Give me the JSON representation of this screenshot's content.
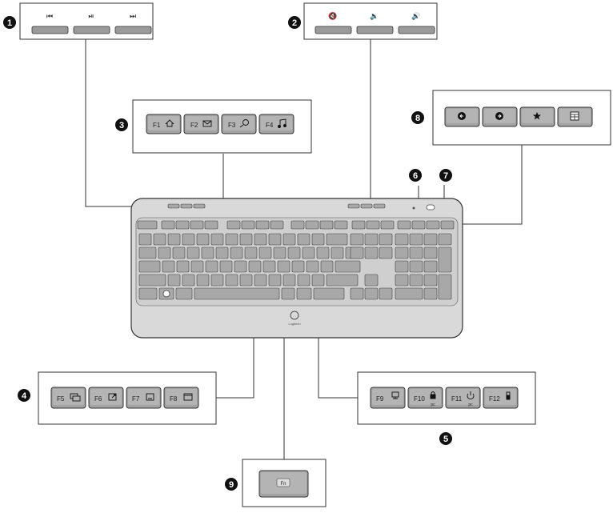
{
  "callouts": [
    "1",
    "2",
    "3",
    "4",
    "5",
    "6",
    "7",
    "8",
    "9"
  ],
  "media_keys": [
    {
      "icon": "previous-track-icon",
      "glyph": "⏮"
    },
    {
      "icon": "play-pause-icon",
      "glyph": "⏯"
    },
    {
      "icon": "next-track-icon",
      "glyph": "⏭"
    }
  ],
  "volume_keys": [
    {
      "icon": "mute-icon",
      "glyph": "🔇"
    },
    {
      "icon": "volume-down-icon",
      "glyph": "🔉"
    },
    {
      "icon": "volume-up-icon",
      "glyph": "🔊"
    }
  ],
  "fkeys_group3": [
    {
      "label": "F1",
      "icon": "home-icon"
    },
    {
      "label": "F2",
      "icon": "mail-icon"
    },
    {
      "label": "F3",
      "icon": "search-icon"
    },
    {
      "label": "F4",
      "icon": "music-icon"
    }
  ],
  "fkeys_group4": [
    {
      "label": "F5",
      "icon": "windows-icon"
    },
    {
      "label": "F6",
      "icon": "open-window-icon"
    },
    {
      "label": "F7",
      "icon": "minimize-icon"
    },
    {
      "label": "F8",
      "icon": "window-icon"
    }
  ],
  "fkeys_group5": [
    {
      "label": "F9",
      "icon": "monitor-icon",
      "sub": ""
    },
    {
      "label": "F10",
      "icon": "lock-icon",
      "sub": "pc"
    },
    {
      "label": "F11",
      "icon": "power-icon",
      "sub": "pc"
    },
    {
      "label": "F12",
      "icon": "battery-icon",
      "sub": ""
    }
  ],
  "nav_keys": [
    {
      "icon": "back-icon"
    },
    {
      "icon": "forward-icon"
    },
    {
      "icon": "star-icon"
    },
    {
      "icon": "calculator-icon"
    }
  ],
  "fn_key": "Fn",
  "brand": "Logitech"
}
